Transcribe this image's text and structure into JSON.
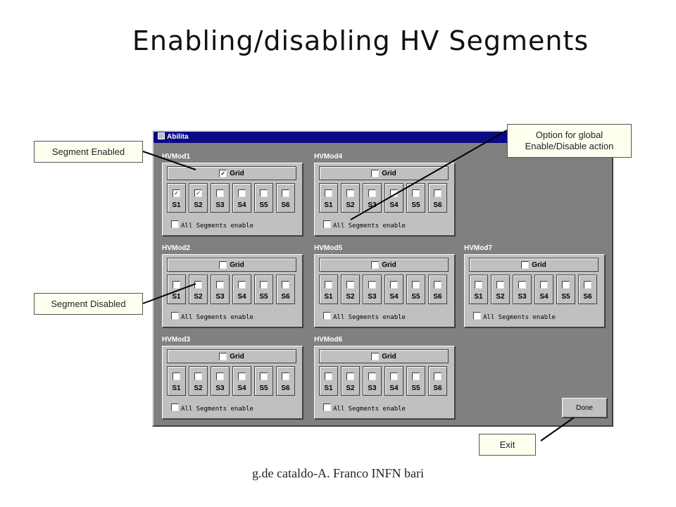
{
  "slide": {
    "title": "Enabling/disabling HV Segments",
    "footer": "g.de cataldo-A. Franco INFN bari"
  },
  "window": {
    "title": "Abilita",
    "done_label": "Done"
  },
  "labels": {
    "grid": "Grid",
    "all_segments": "All Segments enable",
    "segments": [
      "S1",
      "S2",
      "S3",
      "S4",
      "S5",
      "S6"
    ]
  },
  "modules": [
    {
      "name": "HVMod1",
      "grid_checked": true,
      "segments_checked": [
        true,
        true,
        false,
        false,
        false,
        false
      ],
      "all_checked": false
    },
    {
      "name": "HVMod4",
      "grid_checked": false,
      "segments_checked": [
        false,
        false,
        false,
        false,
        false,
        false
      ],
      "all_checked": false
    },
    {
      "name": "HVMod2",
      "grid_checked": false,
      "segments_checked": [
        false,
        false,
        false,
        false,
        false,
        false
      ],
      "all_checked": false
    },
    {
      "name": "HVMod5",
      "grid_checked": false,
      "segments_checked": [
        false,
        false,
        false,
        false,
        false,
        false
      ],
      "all_checked": false
    },
    {
      "name": "HVMod7",
      "grid_checked": false,
      "segments_checked": [
        false,
        false,
        false,
        false,
        false,
        false
      ],
      "all_checked": false
    },
    {
      "name": "HVMod3",
      "grid_checked": false,
      "segments_checked": [
        false,
        false,
        false,
        false,
        false,
        false
      ],
      "all_checked": false
    },
    {
      "name": "HVMod6",
      "grid_checked": false,
      "segments_checked": [
        false,
        false,
        false,
        false,
        false,
        false
      ],
      "all_checked": false
    }
  ],
  "callouts": {
    "segment_enabled": "Segment Enabled",
    "segment_disabled": "Segment Disabled",
    "global_option": "Option for global Enable/Disable action",
    "exit": "Exit"
  },
  "colors": {
    "titlebar": "#0a0a86",
    "window_bg": "#808080",
    "panel_bg": "#c0c0c0"
  }
}
